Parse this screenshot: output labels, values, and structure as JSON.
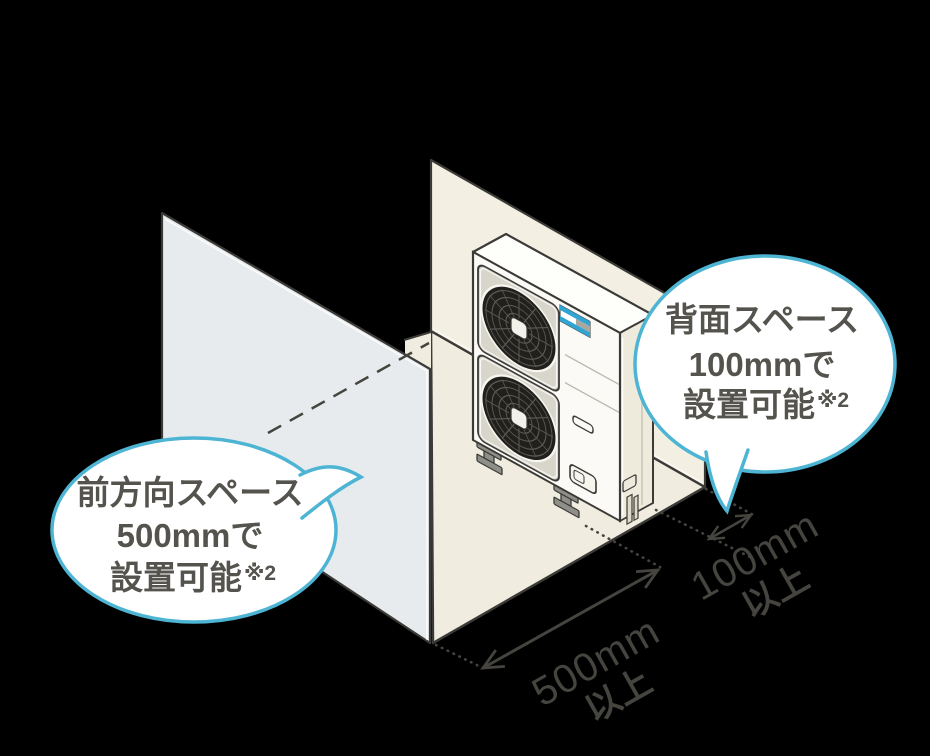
{
  "diagram": {
    "colors": {
      "background": "#000000",
      "outline": "#3b3a37",
      "accent_blue": "#4db5d3",
      "bubble_text": "#55534e",
      "dimension": "#45443f",
      "wall_back": "#f3f0e3",
      "wall_left": "#e7ebee",
      "ground": "#f0ede0",
      "unit_front": "#fbfaf6",
      "unit_side": "#eeebdc",
      "unit_top": "#fefefb",
      "grille": "#d8d6cb",
      "fan_dark": "#21201d",
      "logo_blue": "#31a5d2",
      "logo_gray": "#a9a8a0",
      "foot_gray": "#8f8f89"
    },
    "callout_back_space": {
      "line1": "背面スペース",
      "line2": "100mmで",
      "line3": "設置可能",
      "note": "※2"
    },
    "callout_front_space": {
      "line1": "前方向スペース",
      "line2": "500mmで",
      "line3": "設置可能",
      "note": "※2"
    },
    "dimension_front": {
      "value": "500mm",
      "qualifier": "以上"
    },
    "dimension_back": {
      "value": "100mm",
      "qualifier": "以上"
    }
  }
}
